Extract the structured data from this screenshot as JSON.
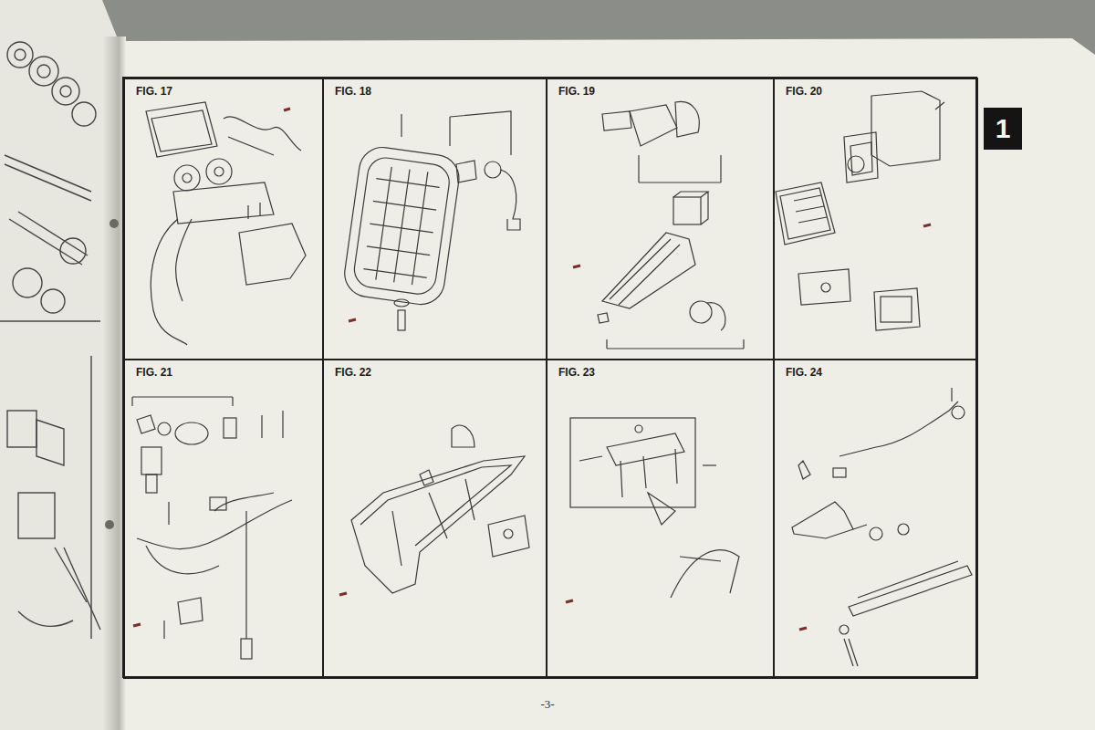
{
  "diagram": {
    "nodes": [
      {
        "text": [
          "FIG. 17"
        ]
      },
      {
        "text": [
          "FIG. 18"
        ]
      },
      {
        "text": [
          "FIG. 19"
        ]
      },
      {
        "text": [
          "FIG. 20"
        ]
      },
      {
        "text": [
          "FIG. 21"
        ]
      },
      {
        "text": [
          "FIG. 22"
        ]
      },
      {
        "text": [
          "FIG. 23"
        ]
      },
      {
        "text": [
          "FIG. 24"
        ]
      },
      {
        "text": [
          "1"
        ]
      }
    ],
    "labels": [
      "-3-"
    ]
  }
}
